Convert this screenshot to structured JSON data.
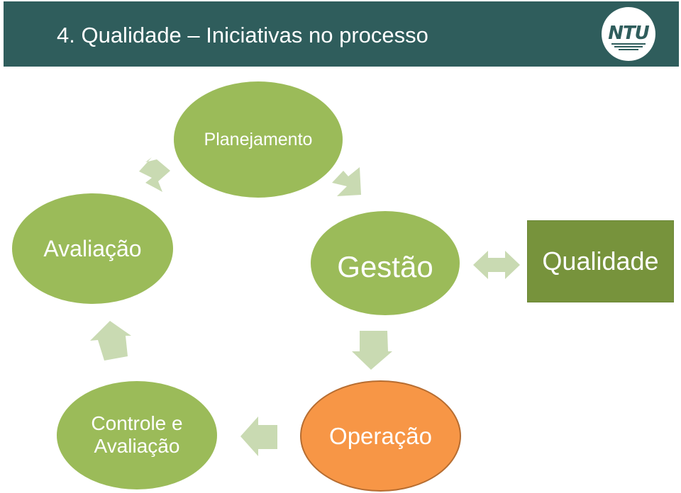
{
  "header": {
    "title": "4. Qualidade – Iniciativas no processo",
    "logo_text": "NTU",
    "bg_color": "#2f5d5c"
  },
  "diagram": {
    "nodes": {
      "planejamento": "Planejamento",
      "avaliacao": "Avaliação",
      "gestao": "Gestão",
      "qualidade": "Qualidade",
      "controle": "Controle e\nAvaliação",
      "operacao": "Operação"
    },
    "colors": {
      "node_green": "#9bbb59",
      "node_orange": "#f79646",
      "box_green": "#77933c",
      "arrow": "#c9dab2"
    }
  }
}
